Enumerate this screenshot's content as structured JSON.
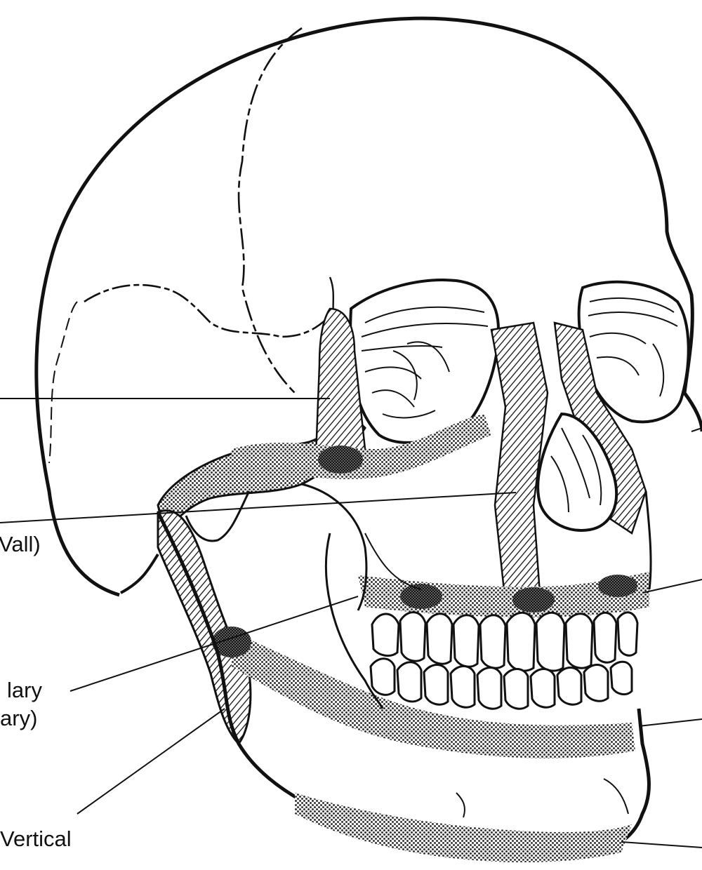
{
  "labels": {
    "wall": "Vall)",
    "maxillary_1": "lary",
    "maxillary_2": "ary)",
    "vertical": "Vertical"
  },
  "colors": {
    "ink": "#111111",
    "paper": "#ffffff",
    "stipple": "#555555"
  }
}
